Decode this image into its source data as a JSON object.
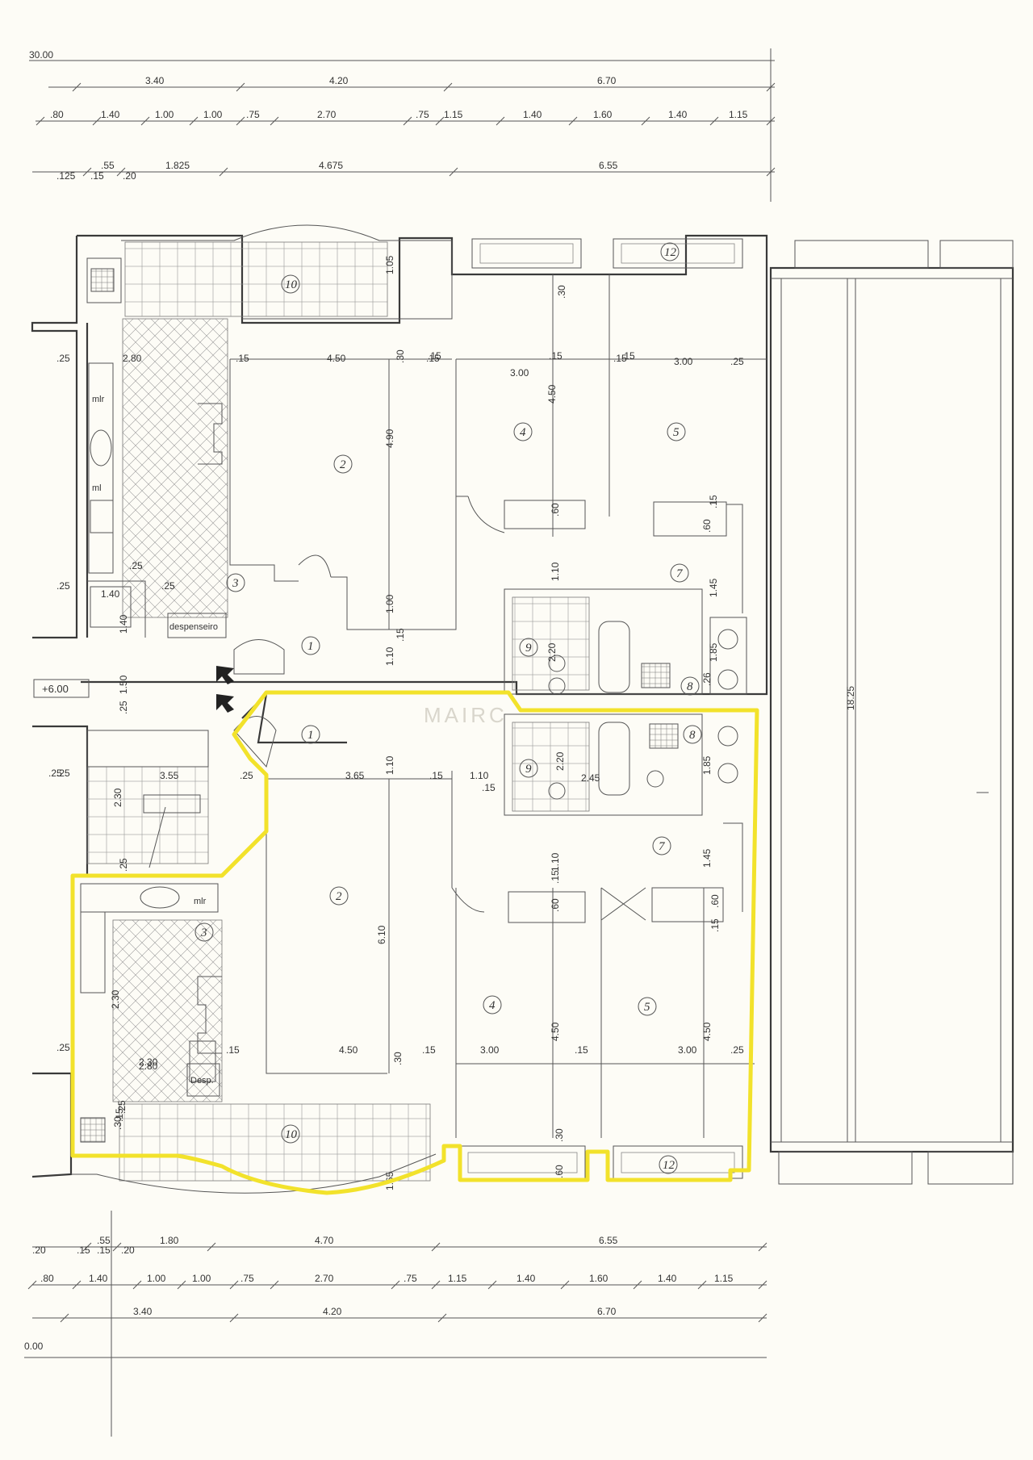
{
  "levels": {
    "top": "30.00",
    "bottom": "0.00",
    "stair": "+6.00"
  },
  "watermark": "MAIRC",
  "dim_top": {
    "row1": [
      "3.40",
      "4.20",
      "6.70"
    ],
    "row2": [
      ".80",
      "1.40",
      "1.00",
      "1.00",
      ".75",
      "2.70",
      ".75",
      "1.15",
      "1.40",
      "1.60",
      "1.40",
      "1.15"
    ],
    "row3": [
      ".55",
      "1.825",
      "4.675",
      "6.55"
    ],
    "row3_small": [
      ".125",
      ".15",
      ".20"
    ]
  },
  "dim_bottom": {
    "row1": [
      ".55",
      "1.80",
      "4.70",
      "6.55"
    ],
    "row1_small": [
      ".20",
      ".15",
      ".15",
      ".20"
    ],
    "row2": [
      ".80",
      "1.40",
      "1.00",
      "1.00",
      ".75",
      "2.70",
      ".75",
      "1.15",
      "1.40",
      "1.60",
      "1.40",
      "1.15"
    ],
    "row3": [
      "3.40",
      "4.20",
      "6.70"
    ]
  },
  "upper_unit": {
    "rooms": [
      "10",
      "12",
      "2",
      "4",
      "5",
      "7",
      "3",
      "1",
      "9",
      "8"
    ],
    "dims": [
      ".25",
      "2.80",
      ".15",
      "4.50",
      ".15",
      "3.00",
      "4.50",
      ".15",
      "3.00",
      ".25",
      "4.90",
      "1.00",
      "1.10",
      "1.45",
      "1.85",
      "2.20",
      "1.10",
      "1.40",
      "1.40",
      ".25",
      ".25",
      ".25",
      "1.50",
      ".25",
      ".60",
      ".60",
      ".30",
      ".30",
      "1.05",
      ".15",
      ".15",
      ".15",
      ".15",
      ".15",
      ".26"
    ],
    "labels": {
      "pantry": "despenseiro",
      "mlr1": "mlr",
      "mlr2": "ml"
    }
  },
  "lower_unit": {
    "rooms": [
      "1",
      "9",
      "8",
      "7",
      "2",
      "3",
      "4",
      "5",
      "10",
      "12"
    ],
    "dims": [
      "3.55",
      ".25",
      ".25",
      "3.65",
      ".15",
      "1.10",
      "2.45",
      "2.20",
      "1.85",
      ".15",
      "2.30",
      "6.10",
      "1.10",
      ".25",
      "2.30",
      "1.45",
      ".60",
      ".60",
      "1.10",
      ".15",
      "4.50",
      ".15",
      "3.00",
      ".15",
      "3.00",
      ".25",
      "4.50",
      "4.50",
      ".15",
      ".30",
      ".30",
      "1.65",
      ".60",
      ".30",
      ".15",
      ".25",
      "2.30",
      "2.80",
      ".25",
      ".15",
      ".25"
    ],
    "labels": {
      "pantry": "Desp.",
      "mlr": "mlr"
    }
  },
  "side_dim": "18.25"
}
